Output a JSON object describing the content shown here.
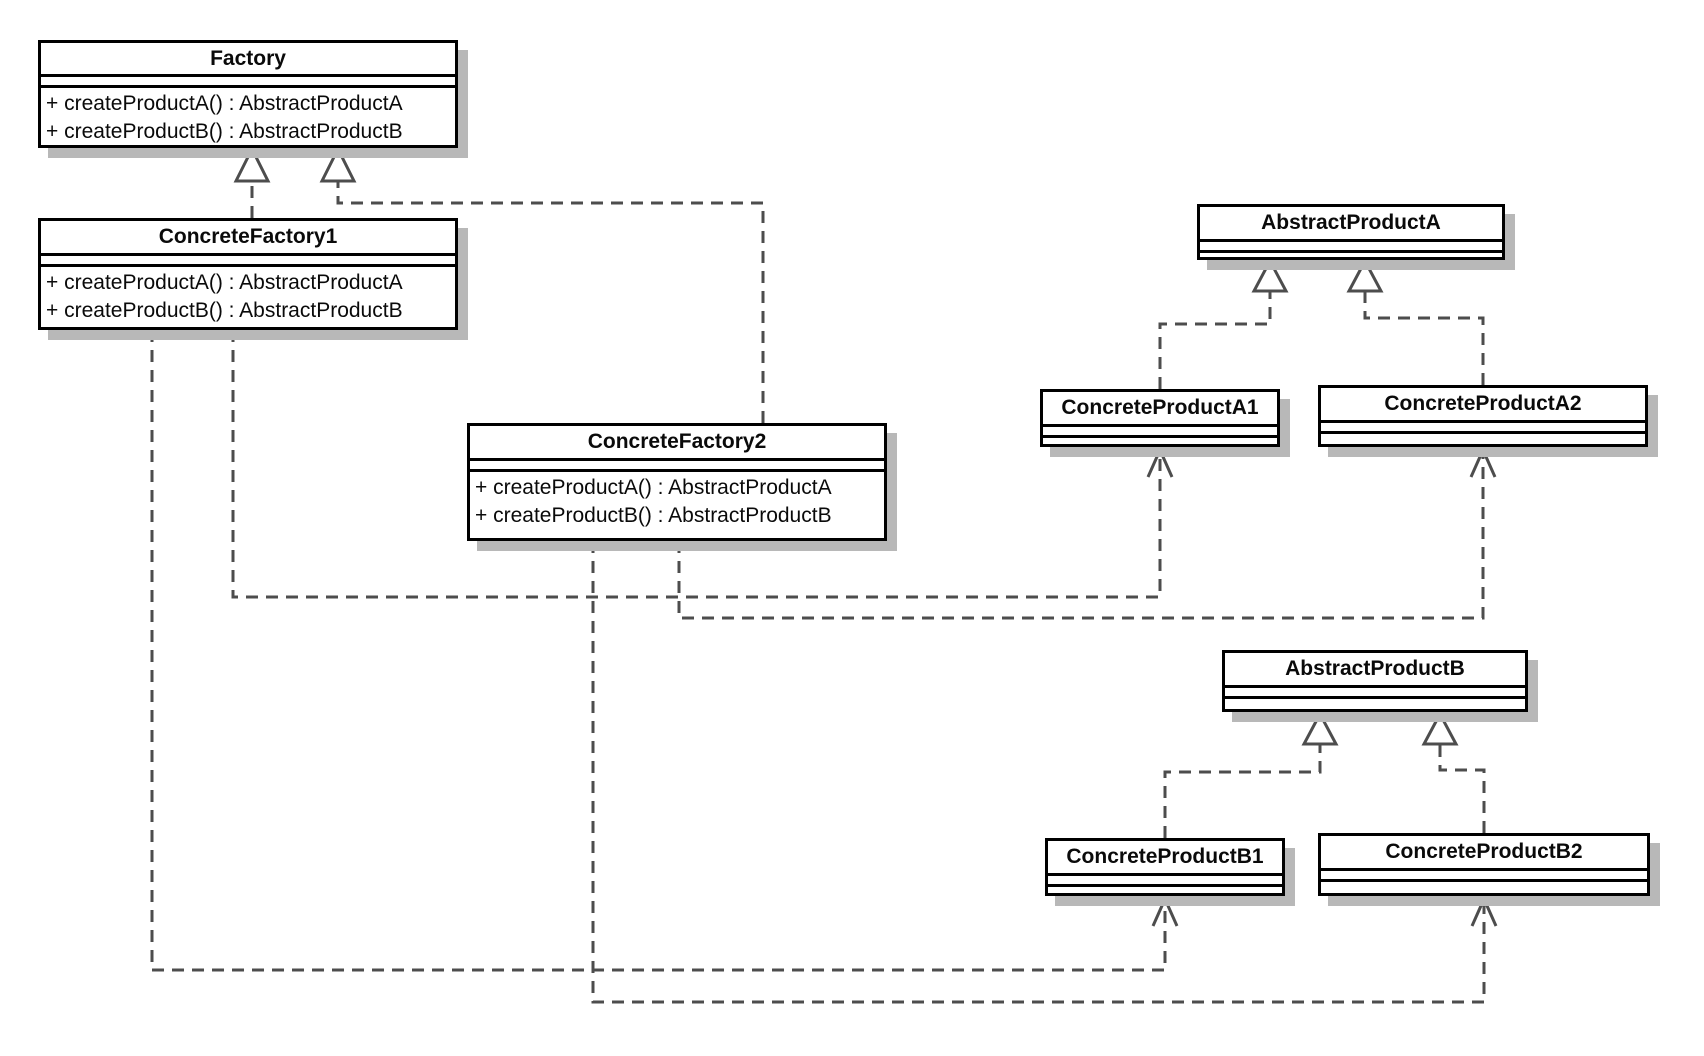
{
  "diagram": {
    "kind": "uml-class-diagram",
    "pattern": "Abstract Factory",
    "colors": {
      "box_fill": "#ffffff",
      "box_border": "#000000",
      "box_shadow": "#b8b8b8",
      "connector": "#4d4d4d",
      "text": "#0a0a0a"
    }
  },
  "classes": {
    "factory": {
      "name": "Factory",
      "methods": [
        "+ createProductA() : AbstractProductA",
        "+ createProductB() : AbstractProductB"
      ]
    },
    "concrete_factory1": {
      "name": "ConcreteFactory1",
      "methods": [
        "+ createProductA() : AbstractProductA",
        "+ createProductB() : AbstractProductB"
      ]
    },
    "concrete_factory2": {
      "name": "ConcreteFactory2",
      "methods": [
        "+ createProductA() : AbstractProductA",
        "+ createProductB() : AbstractProductB"
      ]
    },
    "abstract_product_a": {
      "name": "AbstractProductA"
    },
    "concrete_product_a1": {
      "name": "ConcreteProductA1"
    },
    "concrete_product_a2": {
      "name": "ConcreteProductA2"
    },
    "abstract_product_b": {
      "name": "AbstractProductB"
    },
    "concrete_product_b1": {
      "name": "ConcreteProductB1"
    },
    "concrete_product_b2": {
      "name": "ConcreteProductB2"
    }
  },
  "relationships": [
    {
      "from": "ConcreteFactory1",
      "to": "Factory",
      "type": "generalization"
    },
    {
      "from": "ConcreteFactory2",
      "to": "Factory",
      "type": "generalization"
    },
    {
      "from": "ConcreteProductA1",
      "to": "AbstractProductA",
      "type": "generalization"
    },
    {
      "from": "ConcreteProductA2",
      "to": "AbstractProductA",
      "type": "generalization"
    },
    {
      "from": "ConcreteProductB1",
      "to": "AbstractProductB",
      "type": "generalization"
    },
    {
      "from": "ConcreteFactory1",
      "to": "ConcreteProductA1",
      "type": "dependency"
    },
    {
      "from": "ConcreteFactory1",
      "to": "ConcreteProductB1",
      "type": "dependency"
    },
    {
      "from": "ConcreteFactory2",
      "to": "ConcreteProductA2",
      "type": "dependency"
    },
    {
      "from": "ConcreteProductB2",
      "to": "AbstractProductB",
      "type": "generalization"
    },
    {
      "from": "ConcreteFactory2",
      "to": "ConcreteProductB2",
      "type": "dependency"
    }
  ]
}
